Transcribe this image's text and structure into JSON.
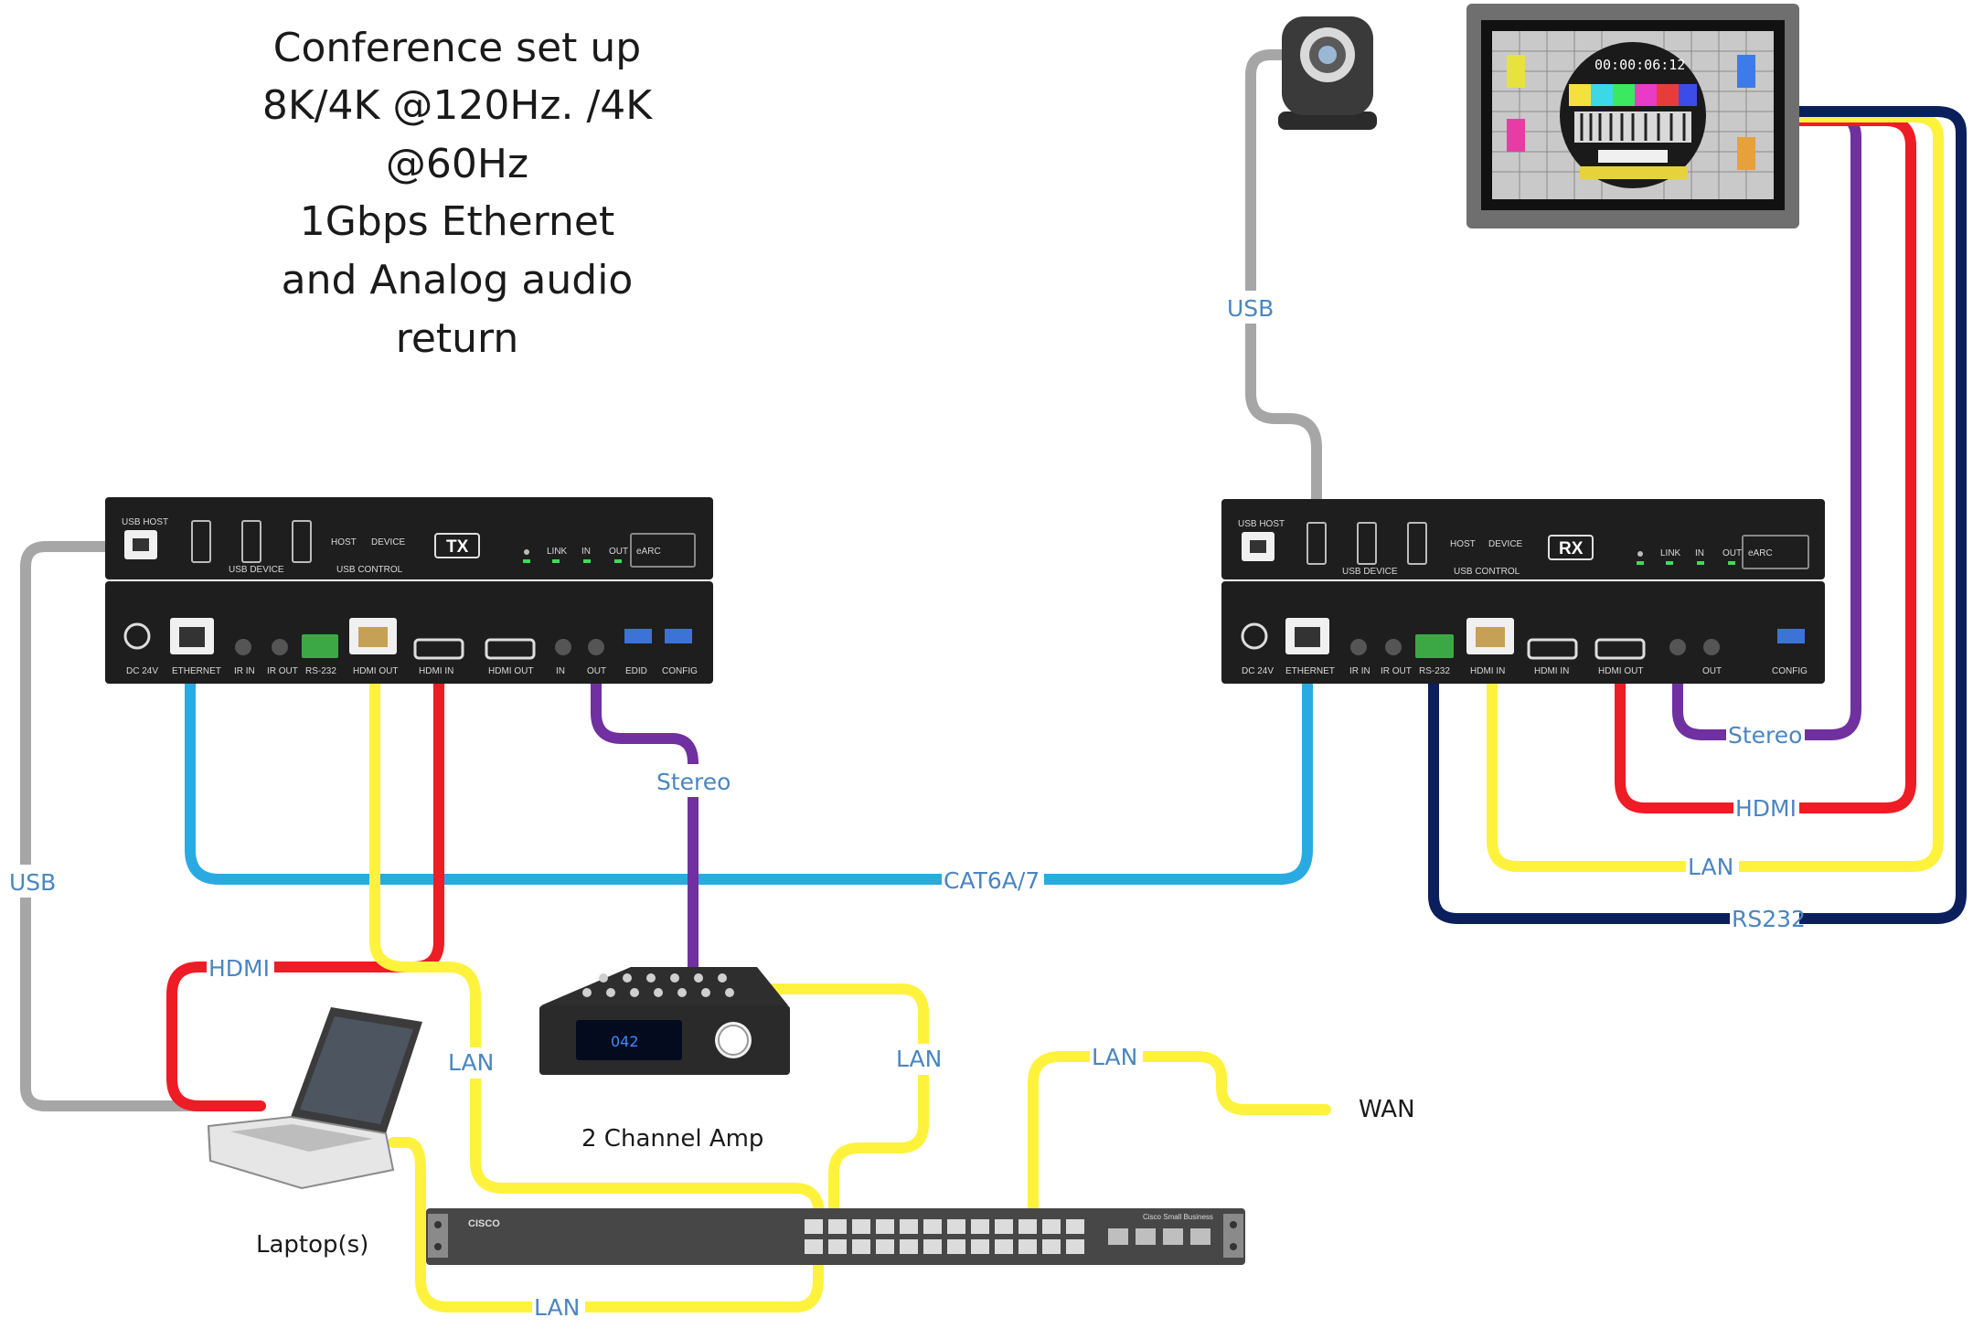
{
  "title": {
    "lines": [
      "Conference set up",
      "8K/4K @120Hz. /4K",
      "@60Hz",
      "1Gbps Ethernet",
      "and Analog audio",
      "return"
    ]
  },
  "devices": {
    "tx": {
      "badge": "TX",
      "usb_host": "USB HOST",
      "usb_device": "USB DEVICE",
      "usb_control": "USB CONTROL",
      "host": "HOST",
      "device": "DEVICE",
      "link": "LINK",
      "in": "IN",
      "out": "OUT",
      "earc": "eARC",
      "ports": [
        "DC 24V",
        "ETHERNET",
        "IR IN",
        "IR OUT",
        "RS-232",
        "HDMI OUT",
        "HDMI IN",
        "HDMI OUT",
        "IN",
        "OUT",
        "EDID",
        "CONFIG"
      ]
    },
    "rx": {
      "badge": "RX",
      "usb_host": "USB HOST",
      "usb_device": "USB DEVICE",
      "usb_control": "USB CONTROL",
      "host": "HOST",
      "device": "DEVICE",
      "link": "LINK",
      "in": "IN",
      "out": "OUT",
      "earc": "eARC",
      "ports": [
        "DC 24V",
        "ETHERNET",
        "IR IN",
        "IR OUT",
        "RS-232",
        "HDMI IN",
        "HDMI IN",
        "HDMI OUT",
        "OUT",
        "CONFIG"
      ]
    },
    "amp": {
      "display": "042",
      "label": "2 Channel Amp"
    },
    "laptop": {
      "label": "Laptop(s)"
    },
    "display": {
      "timecode": "00:00:06:12"
    },
    "switch": {
      "brand": "CISCO",
      "model": "Cisco Small Business"
    }
  },
  "cables": {
    "usb_left": "USB",
    "usb_camera": "USB",
    "stereo_tx": "Stereo",
    "stereo_rx": "Stereo",
    "hdmi_laptop": "HDMI",
    "hdmi_display": "HDMI",
    "lan_laptop": "LAN",
    "lan_amp": "LAN",
    "lan_wan": "LAN",
    "lan_bottom": "LAN",
    "lan_display": "LAN",
    "cat6": "CAT6A/7",
    "rs232": "RS232",
    "wan": "WAN"
  },
  "colors": {
    "usb": "#a6a6a6",
    "cat6": "#29abe2",
    "hdmi": "#ee1c24",
    "lan": "#fff23c",
    "stereo": "#7030a0",
    "rs232": "#0a1f5c",
    "label": "#4a86c0",
    "device_body": "#1e1e1e"
  }
}
